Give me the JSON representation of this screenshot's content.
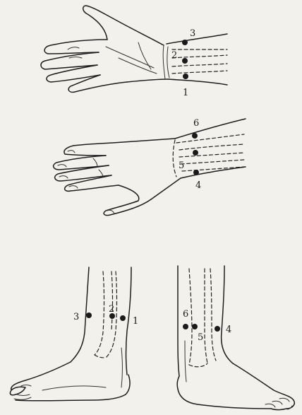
{
  "colors": {
    "ink": "#1a1a1a",
    "paper": "#f3f1ec"
  },
  "figures": {
    "palm": {
      "labels": [
        "1",
        "2",
        "3"
      ]
    },
    "back_of_hand": {
      "labels": [
        "4",
        "5",
        "6"
      ]
    },
    "inner_ankle": {
      "labels": [
        "1",
        "2",
        "3"
      ]
    },
    "outer_ankle": {
      "labels": [
        "4",
        "5",
        "6"
      ]
    }
  }
}
